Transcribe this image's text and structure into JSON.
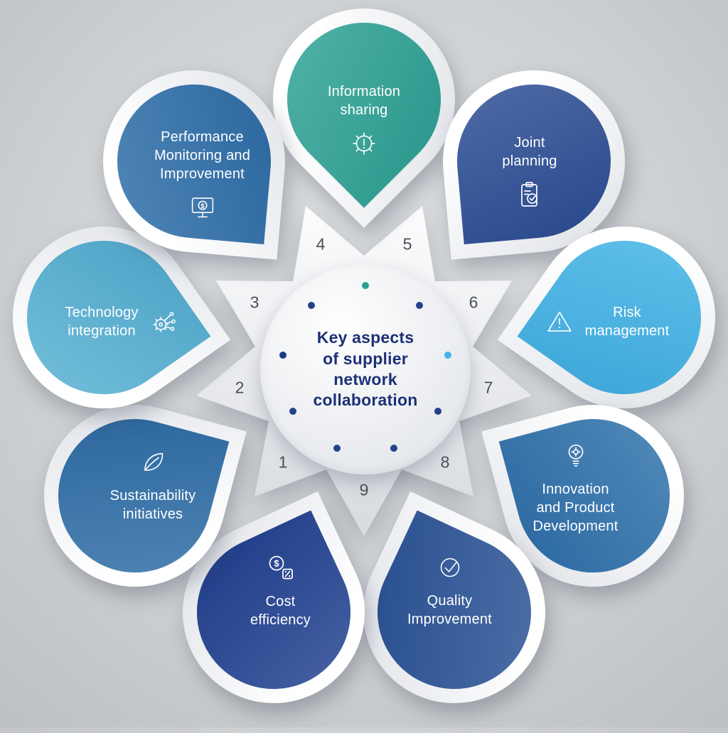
{
  "center": {
    "title": "Key aspects\nof supplier\nnetwork\ncollaboration",
    "dot_colors": [
      "#2aa18f",
      "#24418c",
      "#41b4e6",
      "#24418c",
      "#24418c",
      "#24418c",
      "#24418c",
      "#1d3a85",
      "#24418c"
    ]
  },
  "numbers": [
    "1",
    "2",
    "3",
    "4",
    "5",
    "6",
    "7",
    "8",
    "9"
  ],
  "petals": [
    {
      "label": "Information\nsharing",
      "color": "#2ea394",
      "icon": "gear-alert-icon"
    },
    {
      "label": "Joint\nplanning",
      "color": "#2c4e94",
      "icon": "clipboard-check-icon"
    },
    {
      "label": "Risk\nmanagement",
      "color": "#41b4e6",
      "icon": "warning-triangle-icon"
    },
    {
      "label": "Innovation\nand Product\nDevelopment",
      "color": "#2f72ab",
      "icon": "lightbulb-gear-icon"
    },
    {
      "label": "Quality\nImprovement",
      "color": "#2b5496",
      "icon": "check-circle-icon"
    },
    {
      "label": "Cost\nefficiency",
      "color": "#21418f",
      "icon": "dollar-calculator-icon"
    },
    {
      "label": "Sustainability\ninitiatives",
      "color": "#2e6ea6",
      "icon": "leaf-icon"
    },
    {
      "label": "Technology\nintegration",
      "color": "#55b1d3",
      "icon": "gear-network-icon"
    },
    {
      "label": "Performance\nMonitoring and\nImprovement",
      "color": "#2e6fa8",
      "icon": "monitor-dollar-icon"
    }
  ]
}
